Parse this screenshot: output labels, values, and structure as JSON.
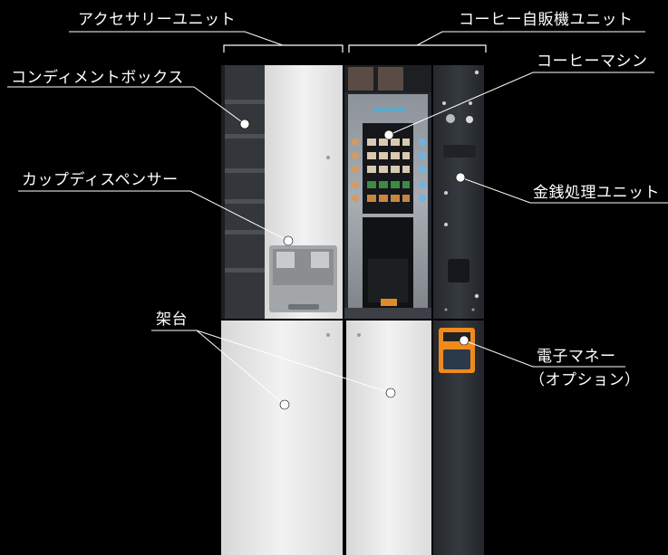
{
  "labels": {
    "accessory_unit": "アクセサリーユニット",
    "coffee_vending_unit": "コーヒー自販機ユニット",
    "condiment_box": "コンディメントボックス",
    "coffee_machine": "コーヒーマシン",
    "cup_dispenser": "カップディスペンサー",
    "money_unit": "金銭処理ユニット",
    "stand": "架台",
    "emoney_line1": "電子マネー",
    "emoney_line2": "（オプション）"
  },
  "colors": {
    "background": "#000000",
    "label_text": "#ffffff",
    "leader_line": "#ffffff",
    "panel_light": "#e9e9e9",
    "panel_dark": "#2e3136",
    "display_orange": "#f08a1c"
  }
}
